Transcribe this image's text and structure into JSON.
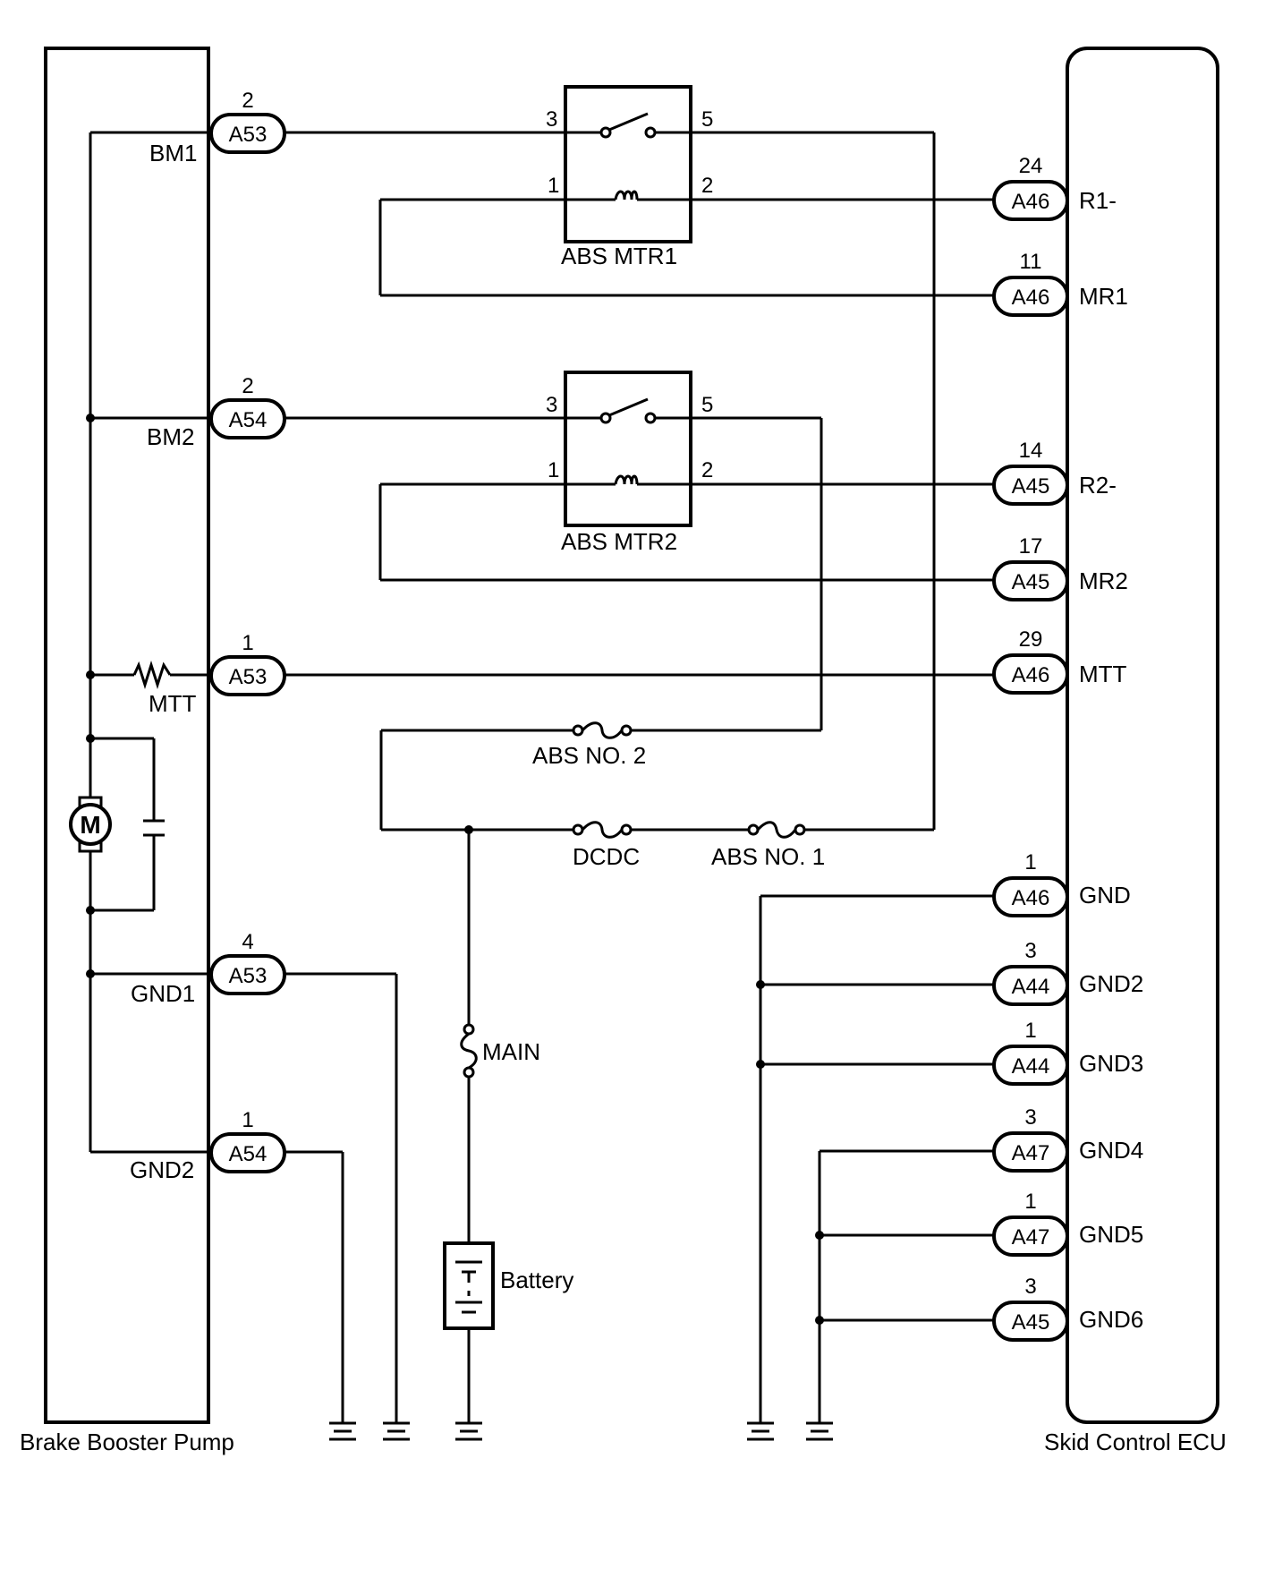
{
  "components": {
    "pump": "Brake Booster Pump",
    "ecu": "Skid Control ECU",
    "relay1": "ABS MTR1",
    "relay2": "ABS MTR2",
    "fuse_abs2": "ABS NO. 2",
    "fuse_dcdc": "DCDC",
    "fuse_abs1": "ABS NO. 1",
    "fuse_main": "MAIN",
    "battery": "Battery",
    "motor": "M"
  },
  "pump_terminals": {
    "bm1": "BM1",
    "bm2": "BM2",
    "mtt": "MTT",
    "gnd1": "GND1",
    "gnd2": "GND2"
  },
  "pump_connectors": {
    "bm1": {
      "code": "A53",
      "pin": "2"
    },
    "bm2": {
      "code": "A54",
      "pin": "2"
    },
    "mtt": {
      "code": "A53",
      "pin": "1"
    },
    "gnd1": {
      "code": "A53",
      "pin": "4"
    },
    "gnd2": {
      "code": "A54",
      "pin": "1"
    }
  },
  "relay_pins": {
    "p3": "3",
    "p5": "5",
    "p1": "1",
    "p2": "2"
  },
  "ecu_terminals": {
    "r1": "R1-",
    "mr1": "MR1",
    "r2": "R2-",
    "mr2": "MR2",
    "mtt": "MTT",
    "gnd": "GND",
    "gnd2": "GND2",
    "gnd3": "GND3",
    "gnd4": "GND4",
    "gnd5": "GND5",
    "gnd6": "GND6"
  },
  "ecu_connectors": {
    "r1": {
      "code": "A46",
      "pin": "24"
    },
    "mr1": {
      "code": "A46",
      "pin": "11"
    },
    "r2": {
      "code": "A45",
      "pin": "14"
    },
    "mr2": {
      "code": "A45",
      "pin": "17"
    },
    "mtt": {
      "code": "A46",
      "pin": "29"
    },
    "gnd": {
      "code": "A46",
      "pin": "1"
    },
    "gnd2": {
      "code": "A44",
      "pin": "3"
    },
    "gnd3": {
      "code": "A44",
      "pin": "1"
    },
    "gnd4": {
      "code": "A47",
      "pin": "3"
    },
    "gnd5": {
      "code": "A47",
      "pin": "1"
    },
    "gnd6": {
      "code": "A45",
      "pin": "3"
    }
  }
}
